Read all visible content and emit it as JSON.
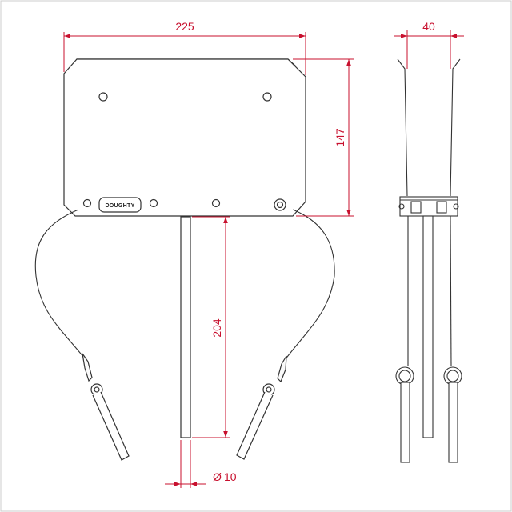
{
  "dimensions": {
    "width": "225",
    "height": "147",
    "rod_length": "204",
    "rod_diameter": "10",
    "diameter_symbol": "Ø",
    "depth": "40"
  },
  "brand_label": "DOUGHTY",
  "colors": {
    "dimension": "#c8102e",
    "outline": "#333333",
    "border": "#cccccc"
  }
}
